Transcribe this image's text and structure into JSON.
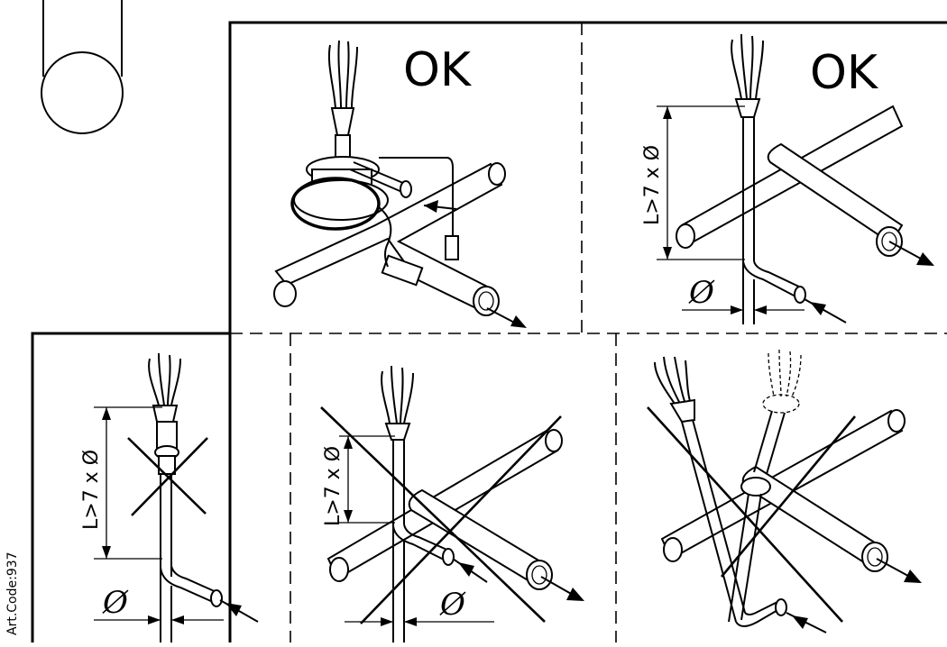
{
  "labels": {
    "ok_1": "OK",
    "ok_2": "OK",
    "dim_1": "L>7 x Ø",
    "dim_2": "L>7 x Ø",
    "dim_3": "L>7 x Ø",
    "phi_1": "Ø",
    "phi_2": "Ø",
    "phi_3": "Ø",
    "art_code": "Art.Code:937"
  },
  "panels": [
    {
      "id": "top-left",
      "verdict": "OK"
    },
    {
      "id": "top-right",
      "verdict": "OK"
    },
    {
      "id": "bottom-left",
      "verdict": "crossed-out"
    },
    {
      "id": "bottom-middle",
      "verdict": "crossed-out"
    },
    {
      "id": "bottom-right",
      "verdict": "crossed-out"
    }
  ]
}
